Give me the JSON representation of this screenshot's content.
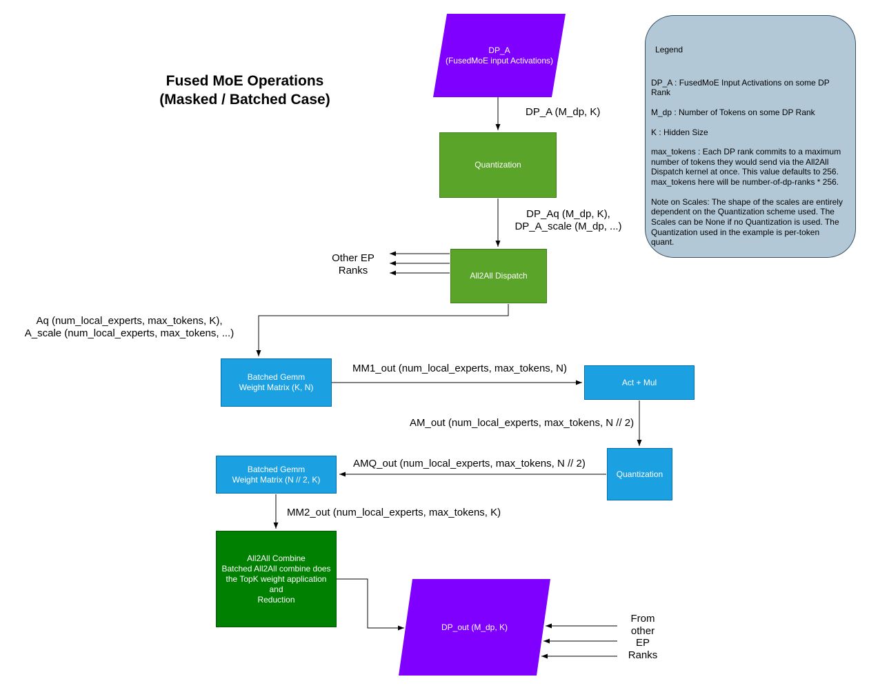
{
  "title": "Fused MoE Operations\n(Masked / Batched Case)",
  "nodes": {
    "dp_a": "DP_A\n(FusedMoE input Activations)",
    "quantization1": "Quantization",
    "all2all_dispatch": "All2All Dispatch",
    "batched_gemm1": "Batched Gemm\nWeight Matrix (K, N)",
    "act_mul": "Act + Mul",
    "quantization2": "Quantization",
    "batched_gemm2": "Batched Gemm\nWeight Matrix (N // 2, K)",
    "all2all_combine": "All2All Combine\nBatched All2All combine does\nthe TopK weight application and\nReduction",
    "dp_out": "DP_out (M_dp, K)"
  },
  "edge_labels": {
    "dp_a_out": "DP_A (M_dp, K)",
    "dp_aq": "DP_Aq (M_dp, K),\nDP_A_scale (M_dp, ...)",
    "other_ep_ranks": "Other EP\nRanks",
    "aq": "Aq (num_local_experts, max_tokens, K),\nA_scale (num_local_experts, max_tokens, ...)",
    "mm1_out": "MM1_out (num_local_experts, max_tokens, N)",
    "am_out": "AM_out (num_local_experts, max_tokens, N // 2)",
    "amq_out": "AMQ_out (num_local_experts, max_tokens, N // 2)",
    "mm2_out": "MM2_out (num_local_experts, max_tokens, K)",
    "from_other_ep_ranks": "From\nother\nEP\nRanks"
  },
  "legend": {
    "title": "Legend",
    "entries": [
      "DP_A : FusedMoE Input Activations on some DP Rank",
      "M_dp : Number of Tokens on some DP Rank",
      "K : Hidden Size",
      "max_tokens : Each DP rank commits to a maximum number of tokens they would send via the All2All Dispatch kernel at once. This value defaults to 256. max_tokens here will be number-of-dp-ranks * 256.",
      "Note on Scales: The shape of the scales are entirely dependent on the Quantization scheme used. The Scales can be None if no Quantization is used. The Quantization used in the example is per-token quant."
    ]
  },
  "colors": {
    "parallelogram_purple": "#7f00ff",
    "process_green": "#5aa42a",
    "combine_dark_green": "#008000",
    "gemm_blue": "#1ba1e2",
    "legend_background": "#b3c8d6",
    "edge_black": "#000000"
  }
}
